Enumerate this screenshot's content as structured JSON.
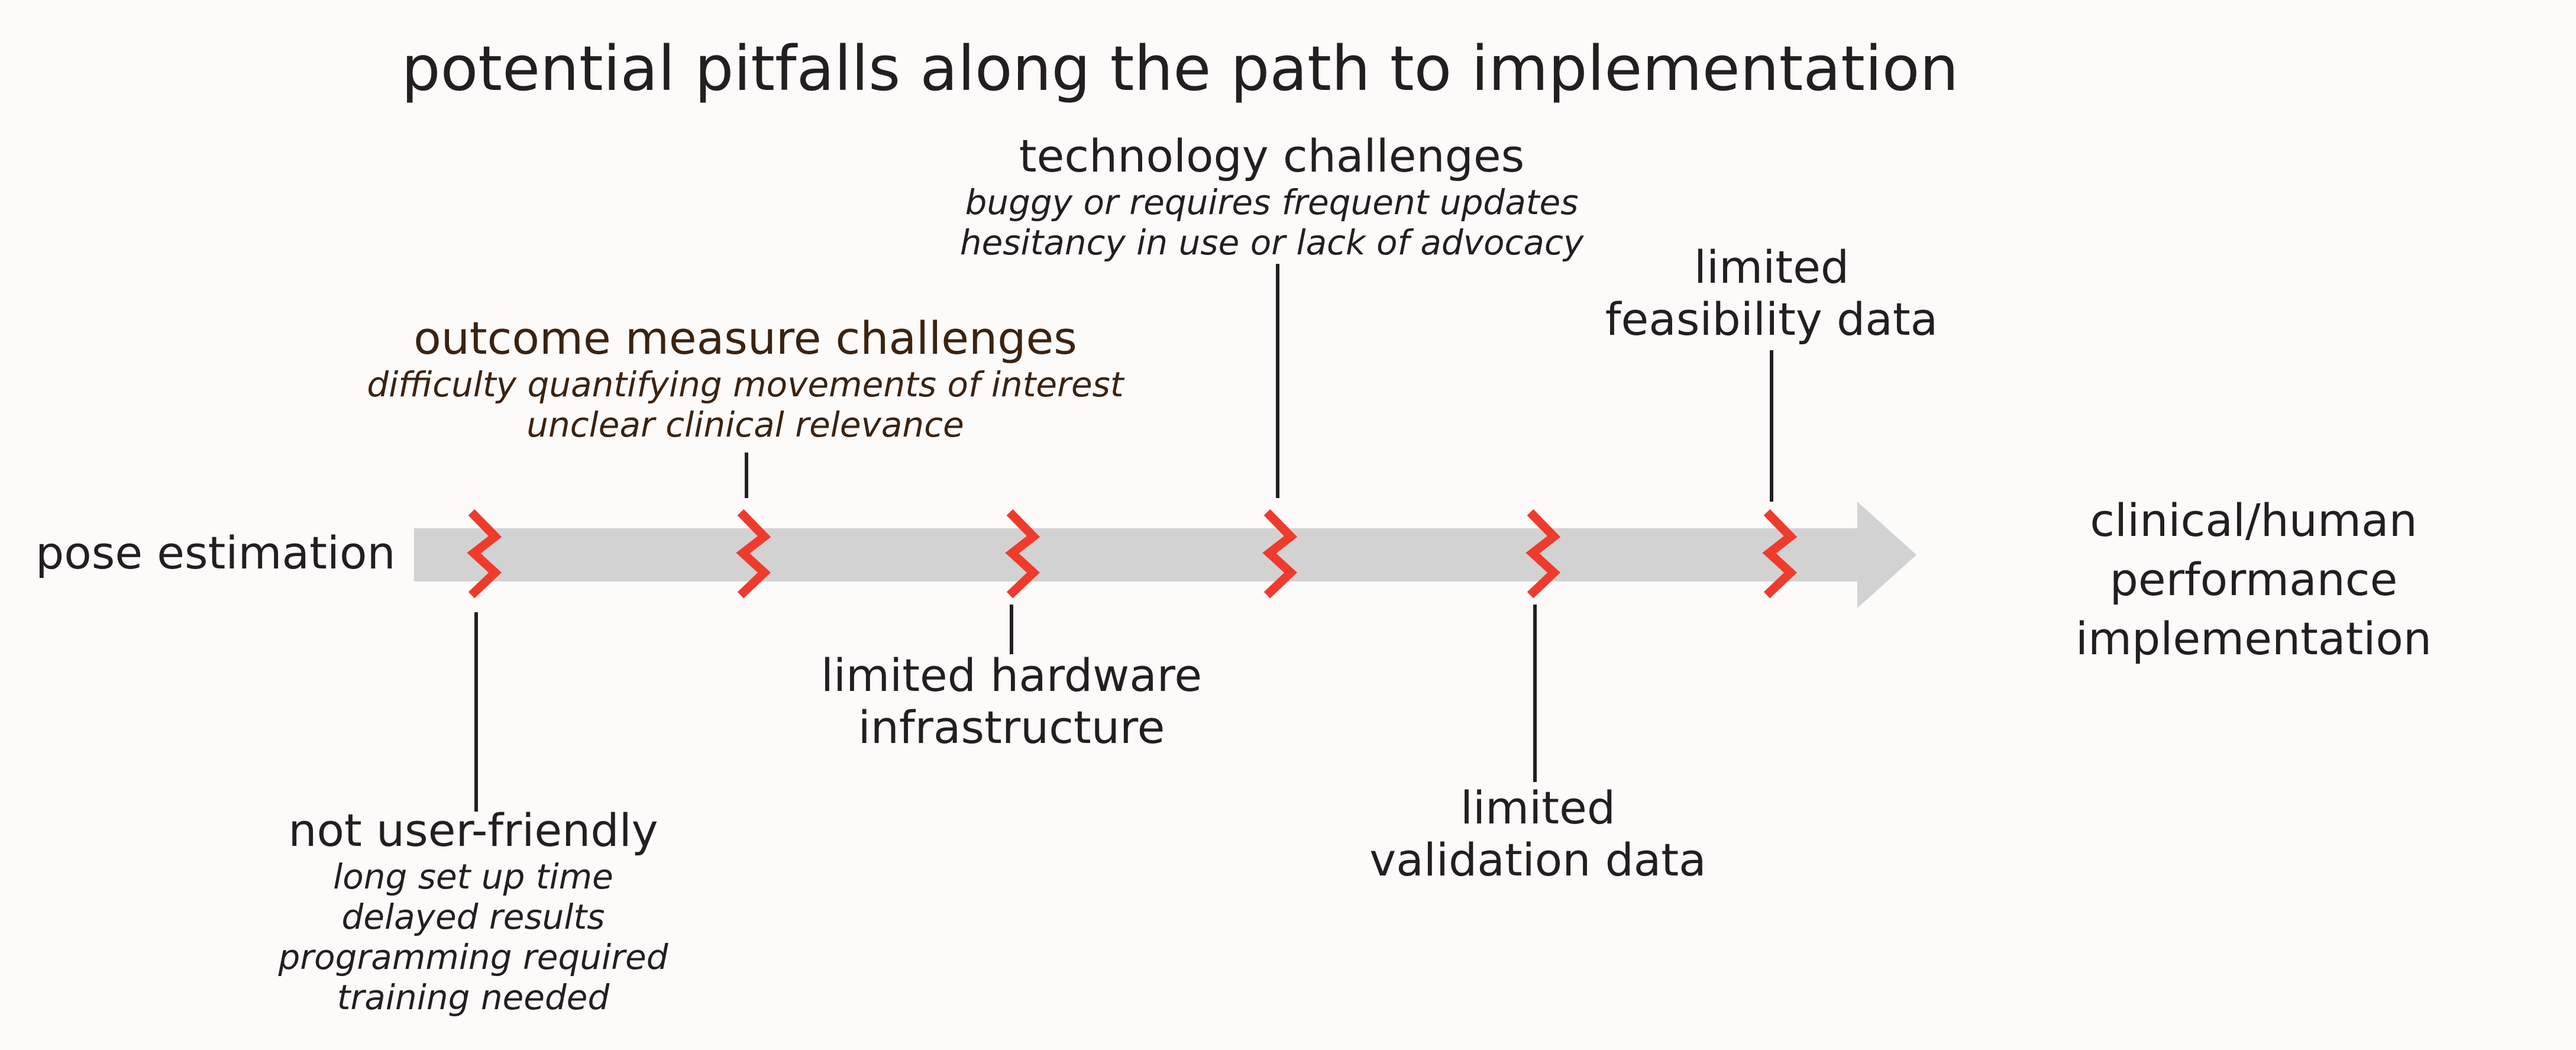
{
  "title": "potential pitfalls along the path to implementation",
  "start_label": "pose estimation",
  "end_label_line1": "clinical/human performance",
  "end_label_line2": "implementation",
  "colors": {
    "arrow": "#d3d2d2",
    "marker": "#ef3b2c",
    "connector": "#231f20",
    "text": "#231f20",
    "outcome_text": "#3a2311",
    "background": "#fcfbfa"
  },
  "pitfalls": [
    {
      "heading": [
        "not user-friendly"
      ],
      "details": [
        "long set up time",
        "delayed results",
        "programming required",
        "training needed"
      ]
    },
    {
      "heading": [
        "outcome measure challenges"
      ],
      "details": [
        "difficulty quantifying movements of interest",
        "unclear clinical relevance"
      ]
    },
    {
      "heading": [
        "limited hardware",
        "infrastructure"
      ],
      "details": []
    },
    {
      "heading": [
        "technology challenges"
      ],
      "details": [
        "buggy or requires frequent updates",
        "hesitancy in use or lack of advocacy"
      ]
    },
    {
      "heading": [
        "limited",
        "validation data"
      ],
      "details": []
    },
    {
      "heading": [
        "limited",
        "feasibility data"
      ],
      "details": []
    }
  ]
}
